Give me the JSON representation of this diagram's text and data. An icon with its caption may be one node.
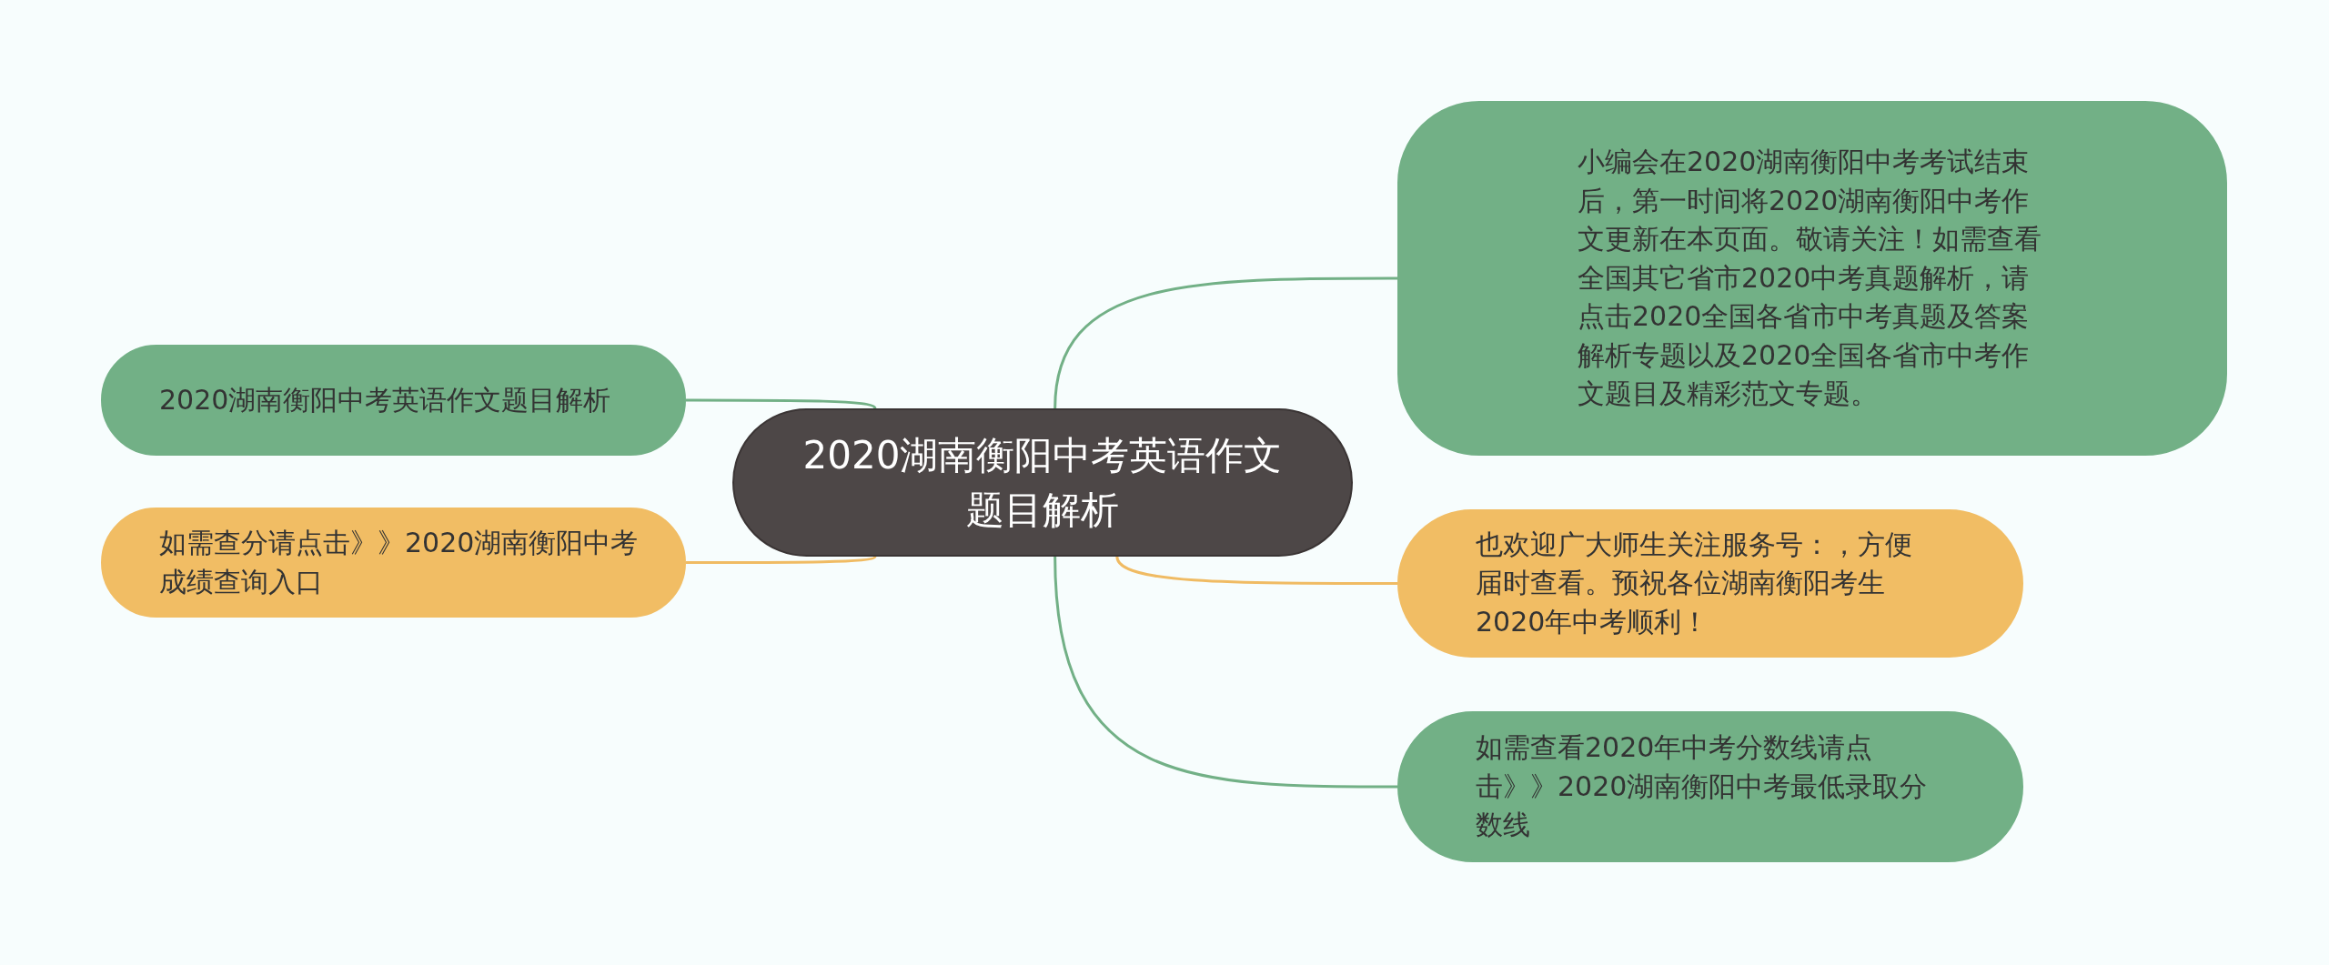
{
  "diagram": {
    "nodes": [
      {
        "text": [
          "2020湖南衡阳中考英语作文题目解析"
        ]
      },
      {
        "text": [
          "2020湖南衡阳中考英语作文题目解析"
        ]
      },
      {
        "text": [
          "如需查分请点击》》2020湖南衡阳中考成绩查询入口"
        ]
      },
      {
        "text": [
          "小编会在2020湖南衡阳中考考试结束后，第一时间将2020湖南衡阳中考作文更新在本页面。敬请关注！如需查看全国其它省市2020中考真题解析，请点击2020全国各省市中考真题及答案解析专题以及2020全国各省市中考作文题目及精彩范文专题。"
        ]
      },
      {
        "text": [
          "也欢迎广大师生关注服务号：，方便届时查看。预祝各位湖南衡阳考生2020年中考顺利！"
        ]
      },
      {
        "text": [
          "如需查看2020年中考分数线请点击》》2020湖南衡阳中考最低录取分数线"
        ]
      }
    ],
    "edges": [
      {
        "from": 0,
        "to": 1,
        "arrow": "none"
      },
      {
        "from": 0,
        "to": 2,
        "arrow": "none",
        "color": "#f0bb63"
      },
      {
        "from": 0,
        "to": 3,
        "arrow": "none"
      },
      {
        "from": 0,
        "to": 4,
        "arrow": "none",
        "color": "#f0bb63"
      },
      {
        "from": 0,
        "to": 5,
        "arrow": "none"
      }
    ]
  }
}
